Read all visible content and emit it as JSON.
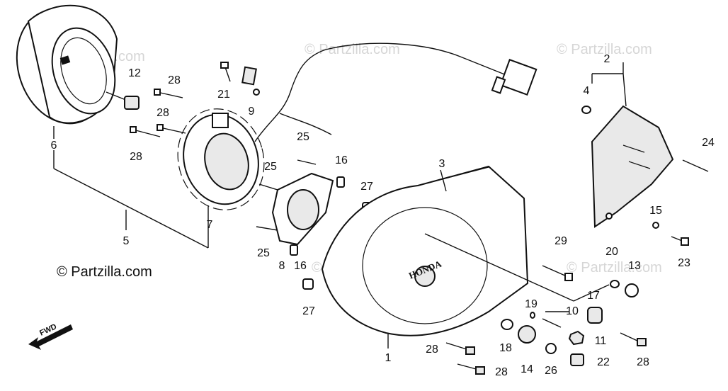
{
  "watermark": "© Partzilla.com",
  "copyright": "© Partzilla.com",
  "fwd_label": "FWD",
  "cover_text": "HONDA",
  "parts": [
    {
      "id": "p1",
      "label": "1"
    },
    {
      "id": "p2",
      "label": "2"
    },
    {
      "id": "p3",
      "label": "3"
    },
    {
      "id": "p4",
      "label": "4"
    },
    {
      "id": "p5",
      "label": "5"
    },
    {
      "id": "p6",
      "label": "6"
    },
    {
      "id": "p7",
      "label": "7"
    },
    {
      "id": "p8",
      "label": "8"
    },
    {
      "id": "p9",
      "label": "9"
    },
    {
      "id": "p10",
      "label": "10"
    },
    {
      "id": "p11",
      "label": "11"
    },
    {
      "id": "p12",
      "label": "12"
    },
    {
      "id": "p13",
      "label": "13"
    },
    {
      "id": "p14",
      "label": "14"
    },
    {
      "id": "p15",
      "label": "15"
    },
    {
      "id": "p16",
      "label": "16"
    },
    {
      "id": "p17",
      "label": "17"
    },
    {
      "id": "p18",
      "label": "18"
    },
    {
      "id": "p19",
      "label": "19"
    },
    {
      "id": "p20",
      "label": "20"
    },
    {
      "id": "p21",
      "label": "21"
    },
    {
      "id": "p22",
      "label": "22"
    },
    {
      "id": "p23",
      "label": "23"
    },
    {
      "id": "p24",
      "label": "24"
    },
    {
      "id": "p25",
      "label": "25"
    },
    {
      "id": "p26",
      "label": "26"
    },
    {
      "id": "p27",
      "label": "27"
    },
    {
      "id": "p28",
      "label": "28"
    },
    {
      "id": "p29",
      "label": "29"
    }
  ]
}
